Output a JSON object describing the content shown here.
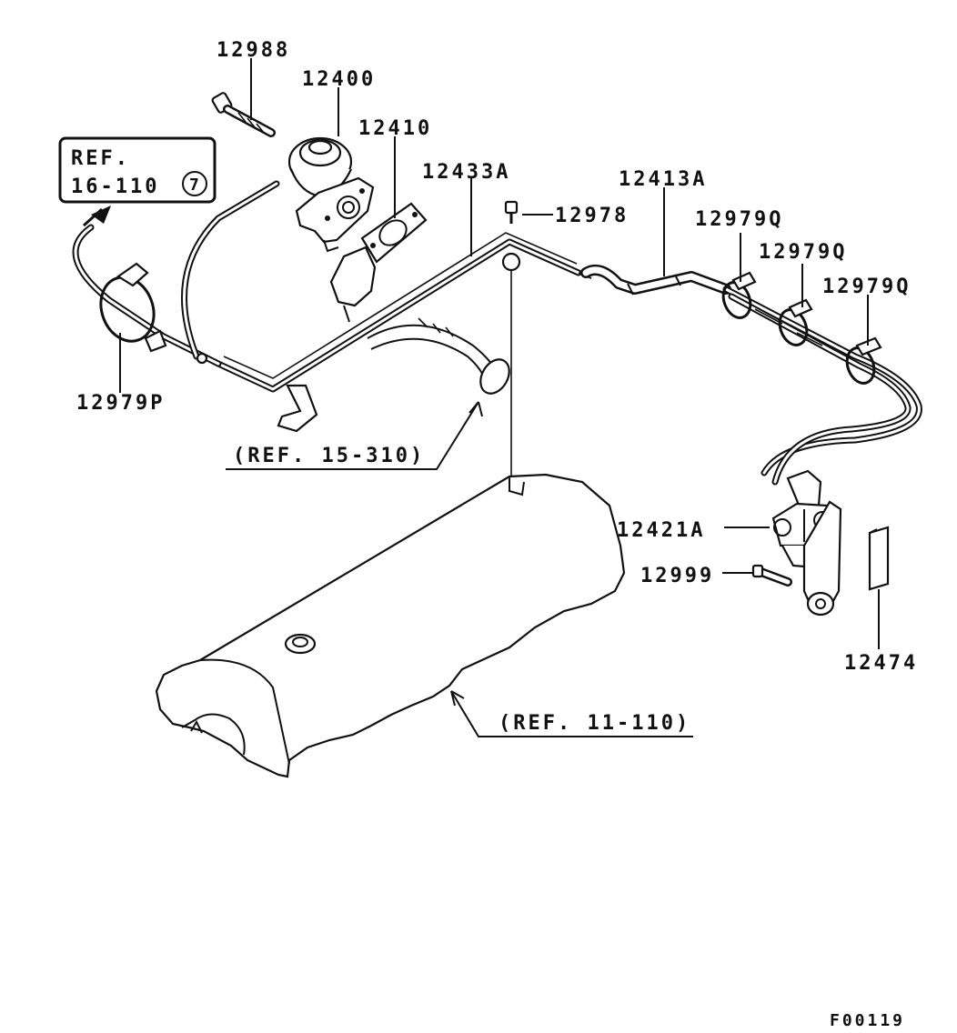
{
  "labels": {
    "p12988": "12988",
    "p12400": "12400",
    "p12410": "12410",
    "p12433A": "12433A",
    "p12413A": "12413A",
    "p12978": "12978",
    "p12979Q_1": "12979Q",
    "p12979Q_2": "12979Q",
    "p12979Q_3": "12979Q",
    "p12979P": "12979P",
    "p12421A": "12421A",
    "p12999": "12999",
    "p12474": "12474"
  },
  "references": {
    "ref_box_line1": "REF.",
    "ref_box_line2": "16-110",
    "ref_box_circle": "7",
    "ref_15_310": "(REF. 15-310)",
    "ref_11_110": "(REF. 11-110)"
  },
  "figure_code": "F00119"
}
